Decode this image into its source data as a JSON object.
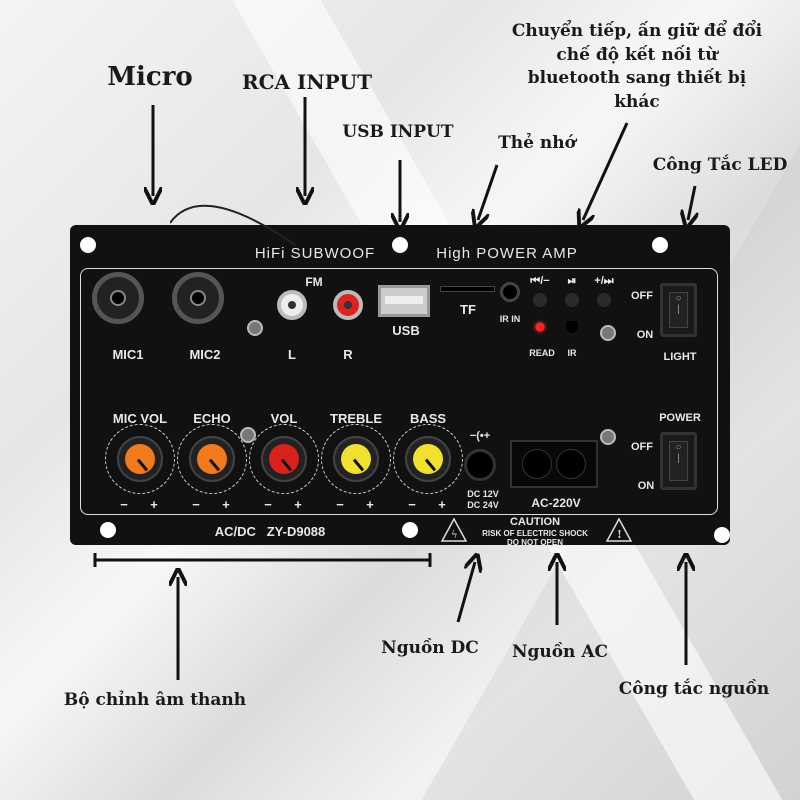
{
  "annotations": {
    "micro": "Micro",
    "rca_input": "RCA INPUT",
    "usb_input": "USB INPUT",
    "memory_card": "Thẻ nhớ",
    "forward_lines": [
      "Chuyển tiếp, ấn giữ để đổi",
      "chế độ kết nối từ",
      "bluetooth sang thiết bị",
      "khác"
    ],
    "led_switch": "Công Tắc LED",
    "equalizer": "Bộ chỉnh âm thanh",
    "dc_power": "Nguồn DC",
    "ac_power": "Nguồn AC",
    "power_switch": "Công tắc nguồn"
  },
  "panel": {
    "header_left": "HiFi SUBWOOF",
    "header_right": "High POWER AMP",
    "mic1": "MIC1",
    "mic2": "MIC2",
    "fm": "FM",
    "l": "L",
    "r": "R",
    "usb": "USB",
    "tf": "TF",
    "ir_in": "IR IN",
    "btn_prev": "⏮/−",
    "btn_play": "⏯",
    "btn_next": "+/⏭",
    "read": "READ",
    "ir": "IR",
    "off": "OFF",
    "on": "ON",
    "light": "LIGHT",
    "power": "POWER",
    "knobs": [
      {
        "label": "MIC VOL",
        "color": "#f07a1c"
      },
      {
        "label": "ECHO",
        "color": "#f07a1c"
      },
      {
        "label": "VOL",
        "color": "#d8231c"
      },
      {
        "label": "TREBLE",
        "color": "#f2e030"
      },
      {
        "label": "BASS",
        "color": "#f2e030"
      }
    ],
    "minus": "−",
    "plus": "+",
    "dc_symbol": "−(•+",
    "dc12": "DC 12V",
    "dc24": "DC 24V",
    "ac": "AC-220V",
    "model": "AC/DC   ZY-D9088",
    "caution": "CAUTION",
    "risk": "RISK OF ELECTRIC SHOCK",
    "do_not_open": "DO NOT OPEN"
  }
}
